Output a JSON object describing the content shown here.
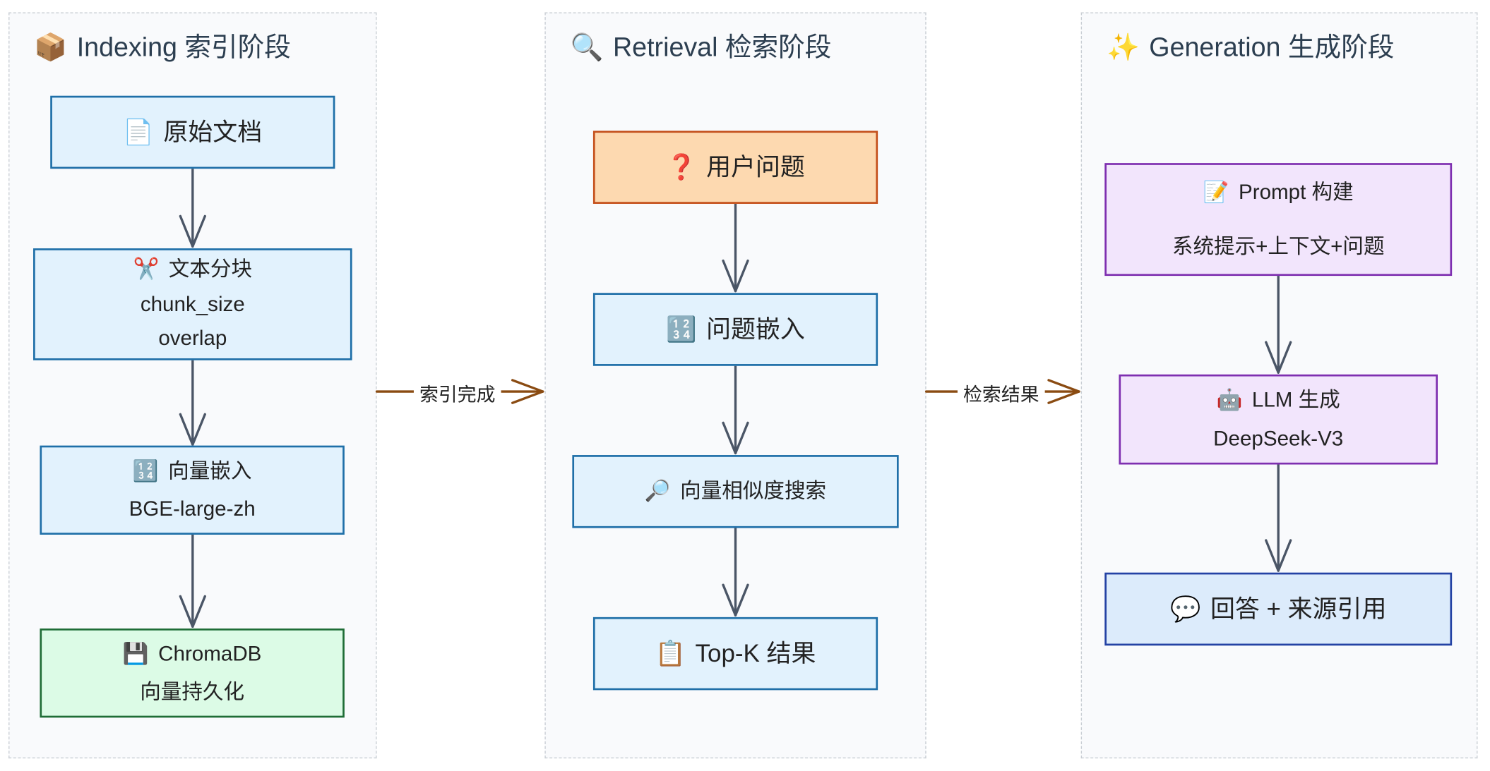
{
  "clusters": {
    "indexing": {
      "icon": "📦",
      "title": "Indexing 索引阶段"
    },
    "retrieval": {
      "icon": "🔍",
      "title": "Retrieval 检索阶段"
    },
    "generation": {
      "icon": "✨",
      "title": "Generation 生成阶段"
    }
  },
  "nodes": {
    "raw_docs": {
      "icon": "📄",
      "text": "原始文档"
    },
    "chunking": {
      "icon": "✂️",
      "text": "文本分块",
      "line2": "chunk_size",
      "line3": "overlap"
    },
    "vector_embed": {
      "icon": "🔢",
      "text": "向量嵌入",
      "line2": "BGE-large-zh"
    },
    "chromadb": {
      "icon": "💾",
      "text": "ChromaDB",
      "line2": "向量持久化"
    },
    "user_question": {
      "icon": "❓",
      "text": "用户问题"
    },
    "question_embed": {
      "icon": "🔢",
      "text": "问题嵌入"
    },
    "similarity_search": {
      "icon": "🔎",
      "text": "向量相似度搜索"
    },
    "topk": {
      "icon": "📋",
      "text": "Top-K 结果"
    },
    "prompt_build": {
      "icon": "📝",
      "text": "Prompt 构建",
      "line2": "系统提示+上下文+问题"
    },
    "llm_gen": {
      "icon": "🤖",
      "text": "LLM 生成",
      "line2": "DeepSeek-V3"
    },
    "answer": {
      "icon": "💬",
      "text": "回答 + 来源引用"
    }
  },
  "edge_labels": {
    "index_done": "索引完成",
    "retrieval_result": "检索结果"
  },
  "colors": {
    "default_node_fill": "#e2f2fd",
    "default_node_border": "#1f6fa8",
    "question_fill": "#fdd9b0",
    "storage_fill": "#dcfbe6",
    "generation_fill": "#f2e5fc",
    "answer_fill": "#dcebfb",
    "arrow": "#4a5566",
    "phase_arrow": "#8a4b12"
  }
}
